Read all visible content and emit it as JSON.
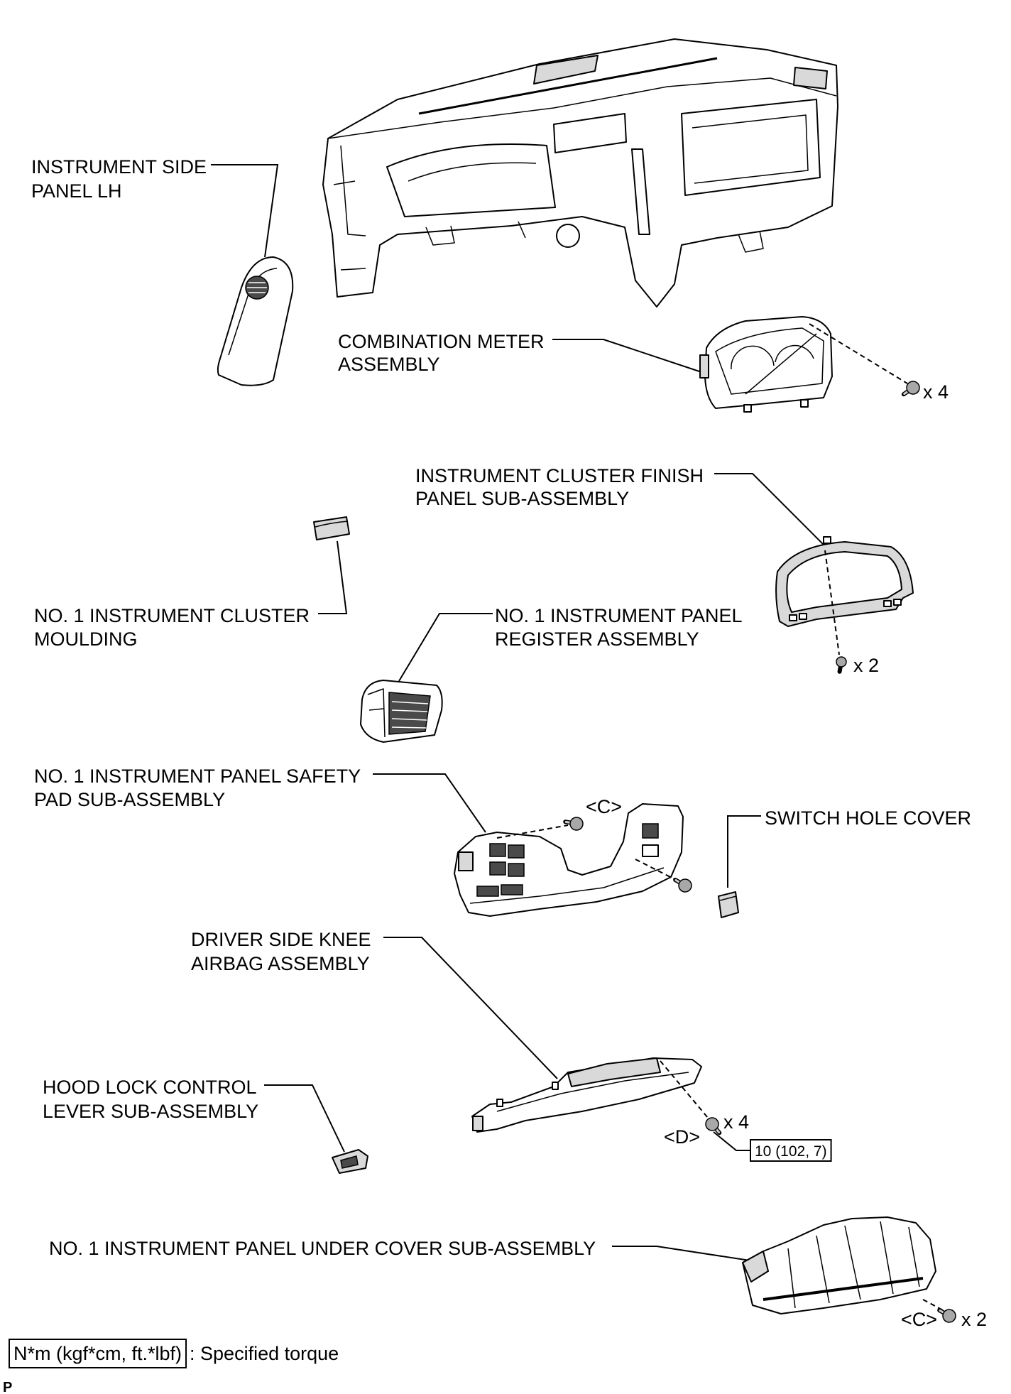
{
  "parts": {
    "instrument_side_panel_lh": {
      "line1": "INSTRUMENT SIDE",
      "line2": "PANEL LH"
    },
    "combination_meter": {
      "line1": "COMBINATION METER",
      "line2": "ASSEMBLY",
      "qty": "x 4"
    },
    "cluster_finish_panel": {
      "line1": "INSTRUMENT CLUSTER FINISH",
      "line2": "PANEL SUB-ASSEMBLY",
      "qty": "x 2"
    },
    "cluster_moulding": {
      "line1": "NO. 1 INSTRUMENT CLUSTER",
      "line2": "MOULDING"
    },
    "panel_register": {
      "line1": "NO. 1 INSTRUMENT PANEL",
      "line2": "REGISTER ASSEMBLY"
    },
    "safety_pad": {
      "line1": "NO. 1 INSTRUMENT PANEL SAFETY",
      "line2": "PAD SUB-ASSEMBLY",
      "clip": "<C>"
    },
    "switch_hole_cover": {
      "line1": "SWITCH HOLE COVER"
    },
    "knee_airbag": {
      "line1": "DRIVER SIDE KNEE",
      "line2": "AIRBAG ASSEMBLY",
      "qty": "x 4",
      "clip": "<D>",
      "torque": "10 (102, 7)"
    },
    "hood_lock_lever": {
      "line1": "HOOD LOCK CONTROL",
      "line2": "LEVER SUB-ASSEMBLY"
    },
    "under_cover": {
      "line1": "NO. 1 INSTRUMENT PANEL UNDER COVER SUB-ASSEMBLY",
      "clip": "<C>",
      "qty": "x 2"
    }
  },
  "legend": {
    "unit": "N*m (kgf*cm, ft.*lbf)",
    "description": ": Specified torque"
  },
  "footer": {
    "code": "P"
  }
}
